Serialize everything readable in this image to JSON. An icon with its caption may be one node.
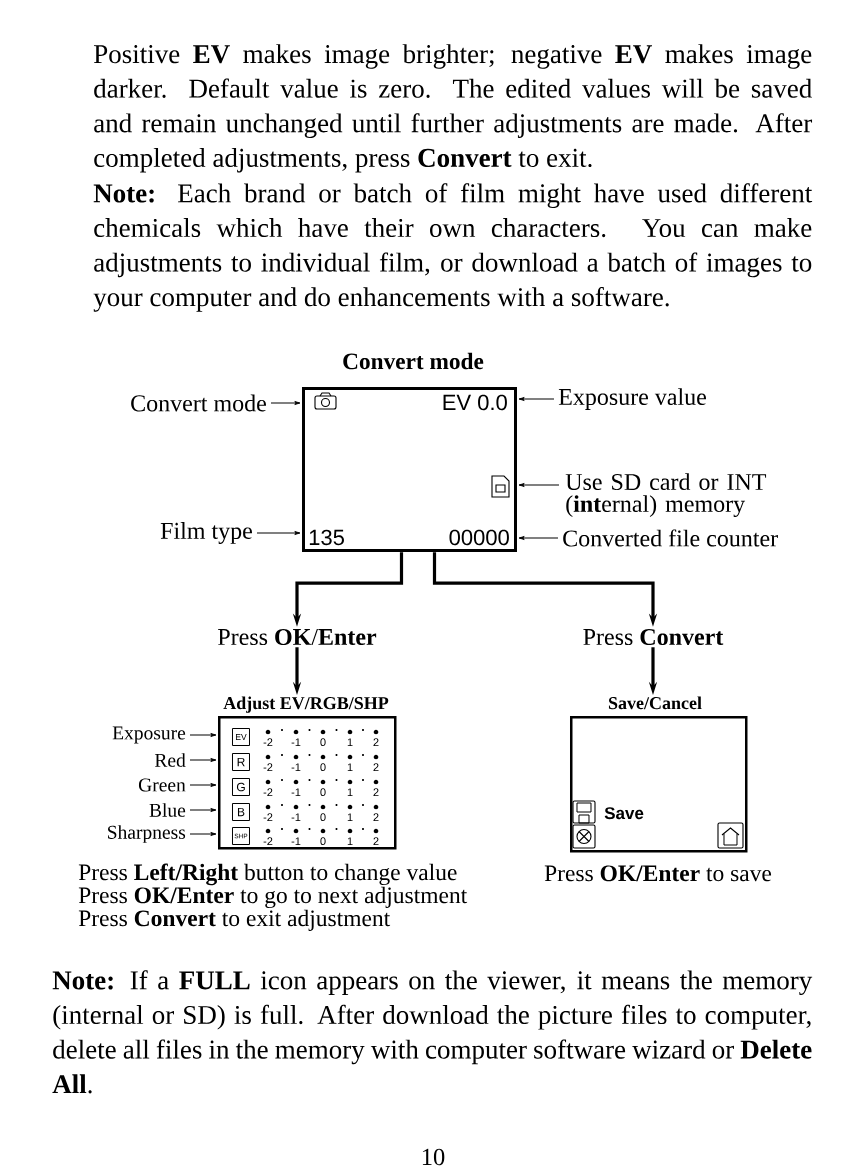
{
  "diagram": {
    "nodes": [
      {
        "text": [
          "Convert mode",
          "EV 0.0",
          "135",
          "00000"
        ]
      },
      {
        "text": [
          "Convert mode"
        ]
      },
      {
        "text": [
          "Exposure value"
        ]
      },
      {
        "text": [
          "Use SD card or INT (**int**ernal) memory"
        ]
      },
      {
        "text": [
          "Film type"
        ]
      },
      {
        "text": [
          "Converted file counter"
        ]
      },
      {
        "text": [
          "Press **OK**/**Enter**"
        ]
      },
      {
        "text": [
          "Press **Convert**"
        ]
      },
      {
        "text": [
          "Adjust EV/RGB/SHP"
        ],
        "beside": [
          "Press **Left/Right** button to change value",
          "Press **OK/Enter** to go to next adjustment",
          "Press **Convert** to exit adjustment"
        ]
      },
      {
        "text": [
          "EV"
        ],
        "in": 8
      },
      {
        "text": [
          "R"
        ],
        "in": 8
      },
      {
        "text": [
          "G"
        ],
        "in": 8
      },
      {
        "text": [
          "B"
        ],
        "in": 8
      },
      {
        "text": [
          "SHP"
        ],
        "in": 8
      },
      {
        "text": [
          "Exposure"
        ]
      },
      {
        "text": [
          "Red"
        ]
      },
      {
        "text": [
          "Green"
        ]
      },
      {
        "text": [
          "Blue"
        ]
      },
      {
        "text": [
          "Sharpness"
        ]
      },
      {
        "text": [
          "Save/Cancel",
          "Save"
        ],
        "beside": [
          "Press **OK/Enter** to save"
        ]
      }
    ],
    "edges": [
      {
        "from": 1,
        "to": 0,
        "arrow": "to"
      },
      {
        "from": 2,
        "to": 0,
        "arrow": "to"
      },
      {
        "from": 3,
        "to": 0,
        "arrow": "to"
      },
      {
        "from": 4,
        "to": 0,
        "arrow": "to"
      },
      {
        "from": 5,
        "to": 0,
        "arrow": "to"
      },
      {
        "from": 0,
        "to": 6,
        "arrow": "to",
        "style": "thick"
      },
      {
        "from": 0,
        "to": 7,
        "arrow": "to",
        "style": "thick"
      },
      {
        "from": 6,
        "to": 8,
        "arrow": "to",
        "style": "thick"
      },
      {
        "from": 7,
        "to": 19,
        "arrow": "to",
        "style": "thick"
      },
      {
        "from": 14,
        "to": 8,
        "arrow": "to"
      },
      {
        "from": 15,
        "to": 8,
        "arrow": "to"
      },
      {
        "from": 16,
        "to": 8,
        "arrow": "to"
      },
      {
        "from": 17,
        "to": 8,
        "arrow": "to"
      },
      {
        "from": 18,
        "to": 8,
        "arrow": "to"
      }
    ],
    "labels": [
      "Positive **EV** makes image brighter; negative **EV** makes image darker. Default value is zero. The edited values will be saved and remain unchanged until further adjustments are made. After completed adjustments, press **Convert** to exit.",
      "**Note:** Each brand or batch of film might have used different chemicals which have their own characters. You can make adjustments to individual film, or download a batch of images to your computer and do enhancements with a software.",
      "-2",
      "-1",
      "0",
      "1",
      "2",
      "-2",
      "-1",
      "0",
      "1",
      "2",
      "-2",
      "-1",
      "0",
      "1",
      "2",
      "-2",
      "-1",
      "0",
      "1",
      "2",
      "-2",
      "-1",
      "0",
      "1",
      "2",
      "**Note:** If a **FULL** icon appears on the viewer, it means the memory (internal or SD) is full. After download the picture files to computer, delete all files in the memory with computer software wizard or **Delete All**.",
      "10"
    ]
  }
}
